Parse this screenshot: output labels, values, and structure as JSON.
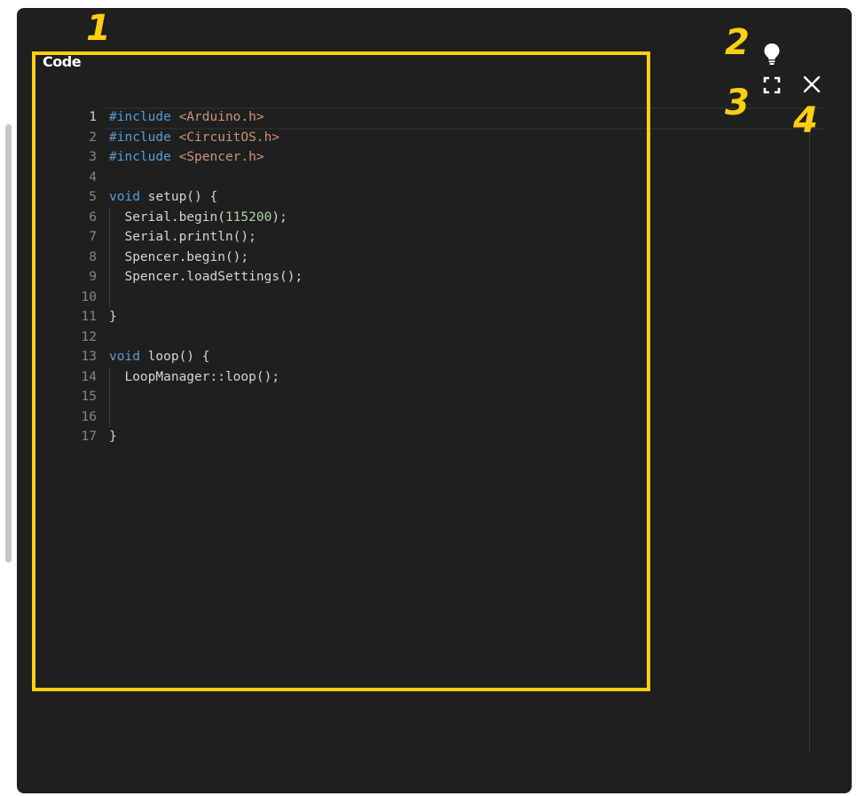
{
  "panel": {
    "title": "Code"
  },
  "annotations": [
    "1",
    "2",
    "3",
    "4"
  ],
  "toolbar": {
    "icons": [
      "lightbulb-icon",
      "fullscreen-icon",
      "close-icon"
    ]
  },
  "editor": {
    "lines": [
      {
        "number": "1",
        "tokens": [
          {
            "t": "#include ",
            "c": "kw"
          },
          {
            "t": "<Arduino.h>",
            "c": "str"
          }
        ]
      },
      {
        "number": "2",
        "tokens": [
          {
            "t": "#include ",
            "c": "kw"
          },
          {
            "t": "<CircuitOS.h>",
            "c": "str"
          }
        ]
      },
      {
        "number": "3",
        "tokens": [
          {
            "t": "#include ",
            "c": "kw"
          },
          {
            "t": "<Spencer.h>",
            "c": "str"
          }
        ]
      },
      {
        "number": "4",
        "tokens": []
      },
      {
        "number": "5",
        "tokens": [
          {
            "t": "void",
            "c": "kw"
          },
          {
            "t": " setup() {",
            "c": "plain"
          }
        ]
      },
      {
        "number": "6",
        "tokens": [
          {
            "t": "  Serial.begin(",
            "c": "plain"
          },
          {
            "t": "115200",
            "c": "num"
          },
          {
            "t": ");",
            "c": "plain"
          }
        ]
      },
      {
        "number": "7",
        "tokens": [
          {
            "t": "  Serial.println();",
            "c": "plain"
          }
        ]
      },
      {
        "number": "8",
        "tokens": [
          {
            "t": "  Spencer.begin();",
            "c": "plain"
          }
        ]
      },
      {
        "number": "9",
        "tokens": [
          {
            "t": "  Spencer.loadSettings();",
            "c": "plain"
          }
        ]
      },
      {
        "number": "10",
        "tokens": []
      },
      {
        "number": "11",
        "tokens": [
          {
            "t": "}",
            "c": "plain"
          }
        ]
      },
      {
        "number": "12",
        "tokens": []
      },
      {
        "number": "13",
        "tokens": [
          {
            "t": "void",
            "c": "kw"
          },
          {
            "t": " loop() {",
            "c": "plain"
          }
        ]
      },
      {
        "number": "14",
        "tokens": [
          {
            "t": "  LoopManager::loop();",
            "c": "plain"
          }
        ]
      },
      {
        "number": "15",
        "tokens": []
      },
      {
        "number": "16",
        "tokens": []
      },
      {
        "number": "17",
        "tokens": [
          {
            "t": "}",
            "c": "plain"
          }
        ]
      }
    ],
    "active_line": "1"
  },
  "colors": {
    "panel_bg": "#1f1f1f",
    "highlight": "#ffcf0d",
    "keyword": "#569cd6",
    "string": "#ce9178",
    "number": "#b5cea8",
    "text": "#d4d4d4",
    "line_number": "#858585"
  }
}
